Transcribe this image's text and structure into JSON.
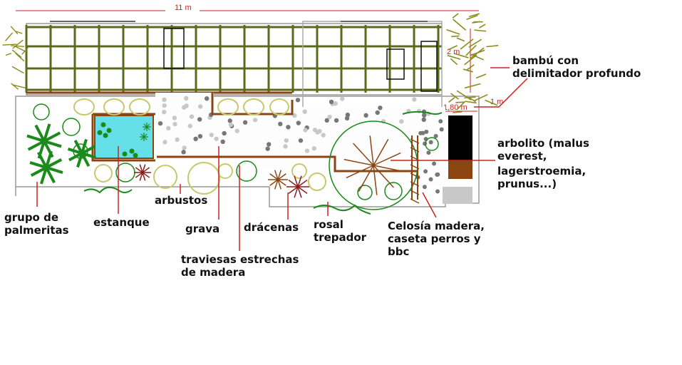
{
  "dimensions": {
    "width_total": "11 m",
    "height_deck": "2 m",
    "offset_right": "1 m",
    "small_width": "1,80 m"
  },
  "labels": {
    "bamboo_line1": "bambú con",
    "bamboo_line2": "delimitador profundo",
    "tree_line1": "arbolito (malus",
    "tree_line2": "everest,",
    "tree_line3": "lagerstroemia,",
    "tree_line4": "prunus...)",
    "palms_line1": "grupo de",
    "palms_line2": "palmeritas",
    "pond": "estanque",
    "shrubs": "arbustos",
    "gravel": "grava",
    "sleepers_line1": "traviesas estrechas",
    "sleepers_line2": "de madera",
    "dracaenas": "drácenas",
    "rose_line1": "rosal",
    "rose_line2": "trepador",
    "lattice_line1": "Celosía madera,",
    "lattice_line2": "caseta perros y",
    "lattice_line3": "bbc"
  },
  "colors": {
    "pergola": "#5a6b1e",
    "wood": "#8b4513",
    "pond": "#66e0e8",
    "shrub": "#c8c86e",
    "bamboo": "#8b8b1e",
    "palm": "#1a8a1a",
    "gravel_dark": "#777777",
    "gravel_light": "#c8c8c8",
    "annotation": "#cc2222"
  }
}
